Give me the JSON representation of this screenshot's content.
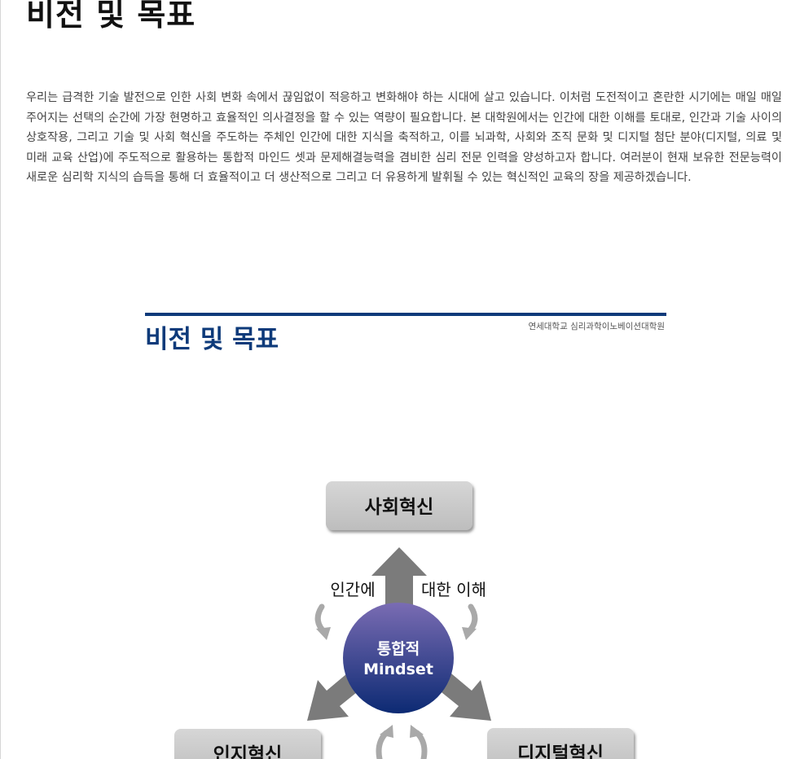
{
  "page": {
    "title": "비전 및 목표",
    "intro": "우리는 급격한 기술 발전으로 인한 사회 변화 속에서 끊임없이 적응하고 변화해야 하는 시대에 살고 있습니다. 이처럼 도전적이고 혼란한 시기에는 매일 매일 주어지는 선택의 순간에 가장 현명하고 효율적인 의사결정을 할 수 있는 역량이 필요합니다. 본 대학원에서는 인간에 대한 이해를 토대로, 인간과 기술 사이의 상호작용, 그리고 기술 및 사회 혁신을 주도하는 주체인 인간에 대한 지식을 축적하고, 이를 뇌과학, 사회와 조직 문화 및 디지털 첨단 분야(디지털, 의료 및 미래 교육 산업)에 주도적으로 활용하는 통합적 마인드 셋과 문제해결능력을 겸비한 심리 전문 인력을 양성하고자 합니다. 여러분이 현재 보유한 전문능력이 새로운 심리학 지식의 습득을 통해 더 효율적이고 더 생산적으로 그리고 더 유용하게 발휘될 수 있는 혁신적인 교육의 장을 제공하겠습니다."
  },
  "figure": {
    "title": "비전 및 목표",
    "institution": "연세대학교 심리과학이노베이션대학원",
    "center_line1": "통합적",
    "center_line2": "Mindset",
    "label_left": "인간에",
    "label_right": "대한 이해",
    "box_top": "사회혁신",
    "box_left": "인지혁신",
    "box_right": "디지털혁신",
    "colors": {
      "title_blue": "#0d3a7a",
      "rule_blue": "#0d3a7a",
      "box_fill": "#c9c9c9",
      "arrow_gray": "#7b7b7b",
      "curved_arrow_gray": "#a9a9a9",
      "circle_top": "#7a6cb3",
      "circle_bottom": "#0c2a73"
    }
  }
}
